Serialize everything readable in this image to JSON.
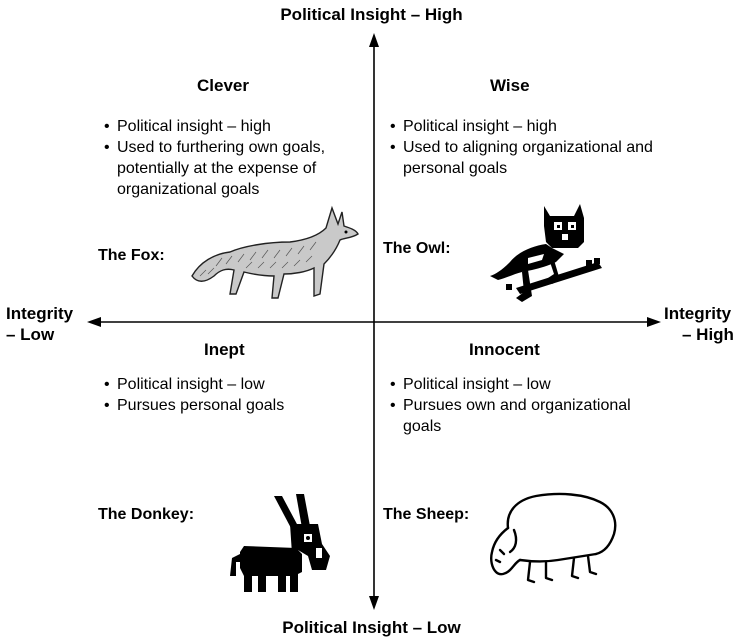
{
  "axes": {
    "top": "Political Insight – High",
    "bottom": "Political Insight – Low",
    "left_line1": "Integrity",
    "left_line2": "– Low",
    "right_line1": "Integrity",
    "right_line2": "– High"
  },
  "quadrants": {
    "clever": {
      "title": "Clever",
      "bullets": [
        "Political insight – high",
        "Used to furthering own goals, potentially at the expense of organizational goals"
      ],
      "animal_label": "The Fox:",
      "animal_icon": "fox-icon"
    },
    "wise": {
      "title": "Wise",
      "bullets": [
        "Political insight – high",
        "Used to aligning organizational and personal goals"
      ],
      "animal_label": "The Owl:",
      "animal_icon": "owl-icon"
    },
    "inept": {
      "title": "Inept",
      "bullets": [
        "Political insight – low",
        "Pursues personal goals"
      ],
      "animal_label": "The Donkey:",
      "animal_icon": "donkey-icon"
    },
    "innocent": {
      "title": "Innocent",
      "bullets": [
        "Political insight – low",
        "Pursues own and organizational goals"
      ],
      "animal_label": "The Sheep:",
      "animal_icon": "sheep-icon"
    }
  }
}
